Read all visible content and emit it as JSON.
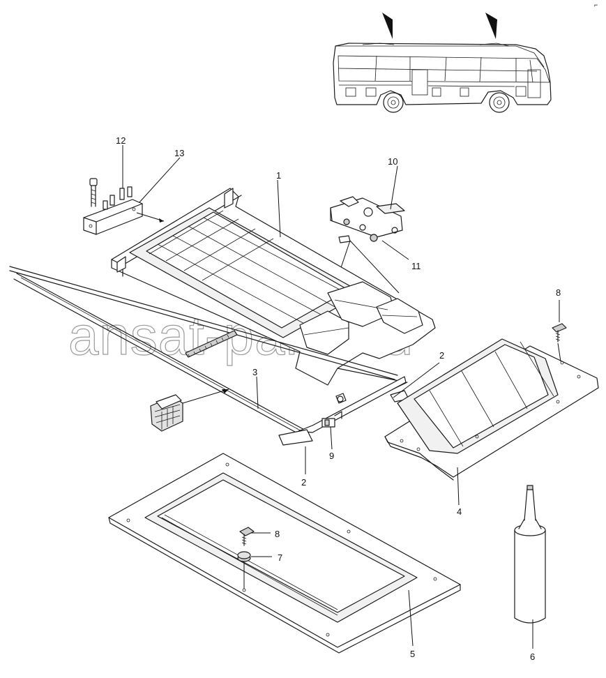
{
  "watermark": "ansat-parts.ru",
  "corner_mark": "⌐",
  "callouts": [
    {
      "id": "c1",
      "label": "1"
    },
    {
      "id": "c2a",
      "label": "2"
    },
    {
      "id": "c2b",
      "label": "2"
    },
    {
      "id": "c3",
      "label": "3"
    },
    {
      "id": "c4",
      "label": "4"
    },
    {
      "id": "c5",
      "label": "5"
    },
    {
      "id": "c6",
      "label": "6"
    },
    {
      "id": "c7",
      "label": "7"
    },
    {
      "id": "c8a",
      "label": "8"
    },
    {
      "id": "c8b",
      "label": "8"
    },
    {
      "id": "c9",
      "label": "9"
    },
    {
      "id": "c10",
      "label": "10"
    },
    {
      "id": "c11",
      "label": "11"
    },
    {
      "id": "c12",
      "label": "12"
    },
    {
      "id": "c13",
      "label": "13"
    }
  ],
  "colors": {
    "line": "#1a1a1a",
    "watermark": "#9a9a9a",
    "background": "#ffffff"
  }
}
